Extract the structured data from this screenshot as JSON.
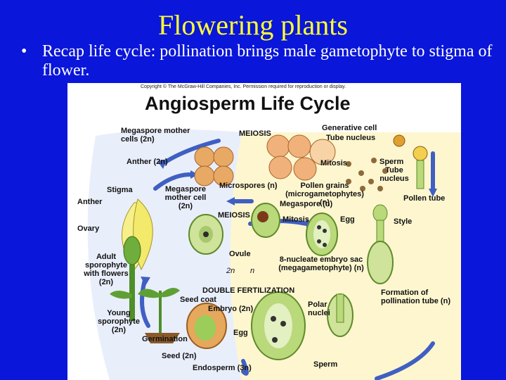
{
  "slide": {
    "title": "Flowering plants",
    "bullet_symbol": "•",
    "bullet_text": "Recap life cycle: pollination brings male gametophyte to stigma of flower."
  },
  "figure": {
    "copyright": "Copyright © The McGraw-Hill Companies, Inc. Permission required for reproduction or display.",
    "title": "Angiosperm Life Cycle",
    "labels": {
      "megaspore_mother_cells": "Megaspore mother cells (2n)",
      "meiosis_top": "MEIOSIS",
      "generative_cell": "Generative cell",
      "tube_nucleus_top": "Tube nucleus",
      "anther_2n": "Anther (2n)",
      "mitosis_top": "Mitosis",
      "sperm": "Sperm",
      "tube_nucleus_right": "Tube nucleus",
      "stigma": "Stigma",
      "megaspore_mother_cell": "Megaspore mother cell (2n)",
      "microspores": "Microspores (n)",
      "pollen_grains": "Pollen grains (microgametophytes) (n)",
      "pollen_tube": "Pollen tube",
      "anther": "Anther",
      "megaspore": "Megaspore (n)",
      "meiosis_mid": "MEIOSIS",
      "mitosis_mid": "Mitosis",
      "egg_mid": "Egg",
      "style": "Style",
      "ovary": "Ovary",
      "adult_sporophyte": "Adult sporophyte with flowers (2n)",
      "ovule": "Ovule",
      "two_n": "2n",
      "n": "n",
      "embryo_sac": "8-nucleate embryo sac (megagametophyte) (n)",
      "double_fertilization": "DOUBLE FERTILIZATION",
      "seed_coat": "Seed coat",
      "formation_pollen_tube": "Formation of pollination tube (n)",
      "embryo": "Embryo (2n)",
      "polar_nuclei": "Polar nuclei",
      "young_sporophyte": "Young sporophyte (2n)",
      "egg_bottom": "Egg",
      "germination": "Germination",
      "seed": "Seed (2n)",
      "endosperm": "Endosperm (3n)",
      "sperm_bottom": "Sperm"
    }
  }
}
